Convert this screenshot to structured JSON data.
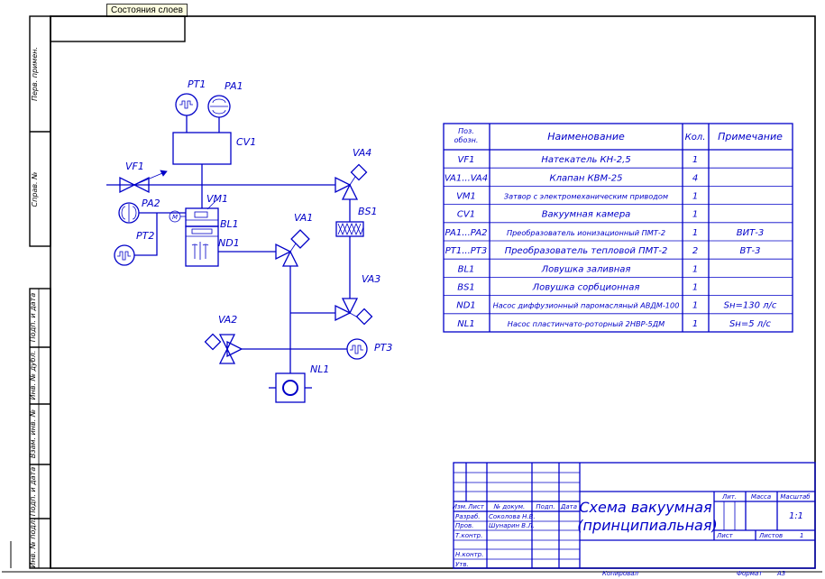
{
  "tooltip": "Состояния слоев",
  "side_labels": [
    "Перв. примен.",
    "Справ. №",
    "Подп. и дата",
    "Инв. № дубл.",
    "Взам. инв. №",
    "Подп. и дата",
    "Инв. № подл."
  ],
  "components": {
    "PT1": "PT1",
    "PA1": "PA1",
    "CV1": "CV1",
    "VF1": "VF1",
    "VA4": "VA4",
    "PA2": "PA2",
    "VM1": "VM1",
    "BL1": "BL1",
    "ND1": "ND1",
    "PT2": "PT2",
    "VA1": "VA1",
    "BS1": "BS1",
    "VA3": "VA3",
    "VA2": "VA2",
    "PT3": "PT3",
    "NL1": "NL1",
    "motor": "M"
  },
  "spec_table": {
    "headers": {
      "pos": "Поз. обозн.",
      "name": "Наименование",
      "qty": "Кол.",
      "note": "Примечание"
    },
    "rows": [
      {
        "pos": "VF1",
        "name": "Натекатель КН-2,5",
        "qty": "1",
        "note": ""
      },
      {
        "pos": "VA1...VA4",
        "name": "Клапан КВМ-25",
        "qty": "4",
        "note": ""
      },
      {
        "pos": "VM1",
        "name": "Затвор с электромеханическим приводом",
        "qty": "1",
        "note": ""
      },
      {
        "pos": "CV1",
        "name": "Вакуумная камера",
        "qty": "1",
        "note": ""
      },
      {
        "pos": "PA1...PA2",
        "name": "Преобразователь ионизационный ПМТ-2",
        "qty": "1",
        "note": "ВИТ-3"
      },
      {
        "pos": "PT1...PT3",
        "name": "Преобразователь тепловой ПМТ-2",
        "qty": "2",
        "note": "ВТ-3"
      },
      {
        "pos": "BL1",
        "name": "Ловушка заливная",
        "qty": "1",
        "note": ""
      },
      {
        "pos": "BS1",
        "name": "Ловушка сорбционная",
        "qty": "1",
        "note": ""
      },
      {
        "pos": "ND1",
        "name": "Насос диффузионный паромасляный АВДМ-100",
        "qty": "1",
        "note": "Sн=130 л/с"
      },
      {
        "pos": "NL1",
        "name": "Насос пластинчато-роторный 2НВР-5ДМ",
        "qty": "1",
        "note": "Sн=5 л/с"
      }
    ]
  },
  "title_block": {
    "title_line1": "Схема вакуумная",
    "title_line2": "(принципиальная)",
    "hdr_izm": "Изм.",
    "hdr_list": "Лист",
    "hdr_doc": "№ докум.",
    "hdr_podp": "Подп.",
    "hdr_data": "Дата",
    "razrab": "Разраб.",
    "razrab_name": "Соколова Н.В.",
    "prov": "Пров.",
    "prov_name": "Шунарин В.Л.",
    "tkontr": "Т.контр.",
    "nkontr": "Н.контр.",
    "utv": "Утв.",
    "lit": "Лит.",
    "massa": "Масса",
    "masshtab": "Масштаб",
    "scale": "1:1",
    "sheet": "Лист",
    "sheets": "Листов",
    "sheets_count": "1",
    "copied": "Копировал",
    "format": "Формат",
    "format_val": "А3"
  }
}
